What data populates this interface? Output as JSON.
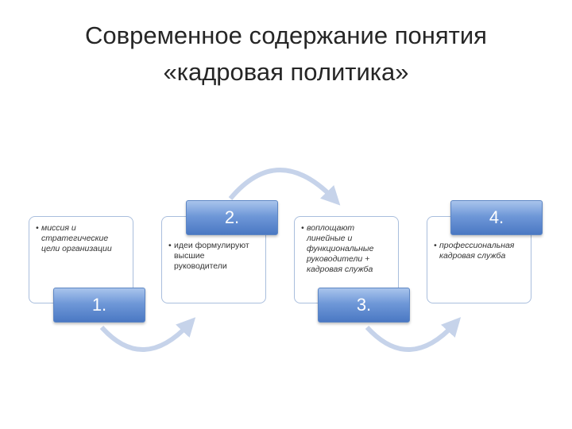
{
  "title": {
    "line1": "Современное содержание понятия",
    "line2": "«кадровая политика»"
  },
  "steps": [
    {
      "number": "1.",
      "text": "миссия и стратегические цели организации"
    },
    {
      "number": "2.",
      "text": "идеи формулируют высшие руководители"
    },
    {
      "number": "3.",
      "text": "воплощают линейные и функциональные руководители + кадровая служба"
    },
    {
      "number": "4.",
      "text": "профессиональная кадровая служба"
    }
  ],
  "colors": {
    "badge": "#5a87cf",
    "card_border": "#a9bedd",
    "arrow": "#c6d3ea"
  }
}
